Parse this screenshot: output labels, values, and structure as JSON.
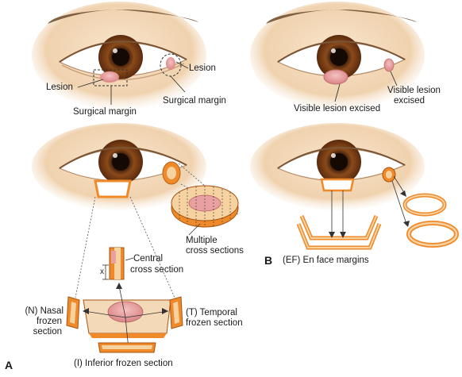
{
  "panels": {
    "a_label": "A",
    "b_label": "B"
  },
  "labels": {
    "lesion_left": "Lesion",
    "lesion_right": "Lesion",
    "surgical_margin_left": "Surgical margin",
    "surgical_margin_right": "Surgical margin",
    "visible_lesion_excised_left": "Visible lesion excised",
    "visible_lesion_excised_right_line1": "Visible lesion",
    "visible_lesion_excised_right_line2": "excised",
    "multiple_cross_line1": "Multiple",
    "multiple_cross_line2": "cross sections",
    "central_cross_line1": "Central",
    "central_cross_line2": "cross section",
    "x_mark": "x",
    "nasal_line1": "(N) Nasal",
    "nasal_line2": "frozen",
    "nasal_line3": "section",
    "temporal_line1": "(T) Temporal",
    "temporal_line2": "frozen section",
    "inferior": "(I) Inferior frozen section",
    "en_face": "(EF) En face margins"
  },
  "colors": {
    "skin": "#f3d9b8",
    "skin_shadow": "#e4bd96",
    "iris": "#7a3d12",
    "pupil": "#1a0d05",
    "lesion": "#e8a0a0",
    "tissue_orange": "#ef8a2a",
    "tissue_light": "#f6d2a0",
    "line": "#333333"
  }
}
